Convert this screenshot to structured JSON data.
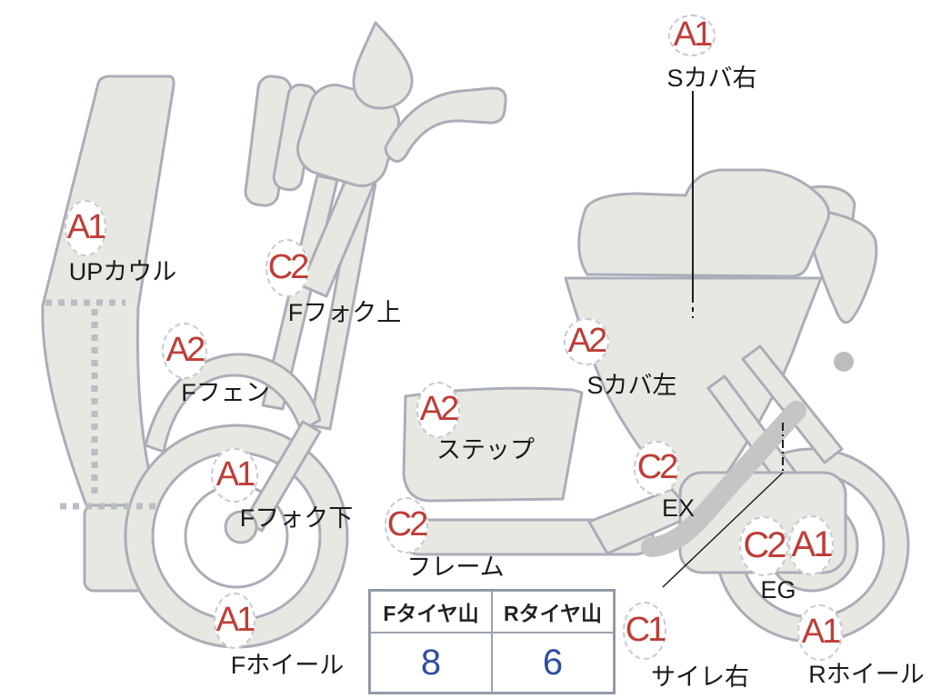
{
  "diagram": {
    "labels": {
      "s_cover_right": {
        "grade": "A1",
        "part": "Sカバ右"
      },
      "up_cowl": {
        "grade": "A1",
        "part": "UPカウル"
      },
      "f_fork_upper": {
        "grade": "C2",
        "part": "Fフォク上"
      },
      "f_fender": {
        "grade": "A2",
        "part": "Fフェン"
      },
      "f_fork_lower": {
        "grade": "A1",
        "part": "Fフォク下"
      },
      "f_wheel": {
        "grade": "A1",
        "part": "Fホイール"
      },
      "step": {
        "grade": "A2",
        "part": "ステップ"
      },
      "frame": {
        "grade": "C2",
        "part": "フレーム"
      },
      "s_cover_left": {
        "grade": "A2",
        "part": "Sカバ左"
      },
      "exhaust": {
        "grade": "C2",
        "part": "EX"
      },
      "engine": {
        "grades": [
          "C2",
          "A1"
        ],
        "part": "EG"
      },
      "silencer_right": {
        "grade": "C1",
        "part": "サイレ右"
      },
      "r_wheel": {
        "grade": "A1",
        "part": "Rホイール"
      }
    },
    "tire_tread_table": {
      "columns": [
        {
          "header": "Fタイヤ山",
          "value": "8"
        },
        {
          "header": "Rタイヤ山",
          "value": "6"
        }
      ]
    },
    "colors": {
      "grade_text": "#bf3d37",
      "tread_value": "#2e4da3",
      "body_fill": "#e7e8e1",
      "body_outline": "#a9aeb9",
      "exhaust_pipe": "#c5c5c5"
    }
  }
}
